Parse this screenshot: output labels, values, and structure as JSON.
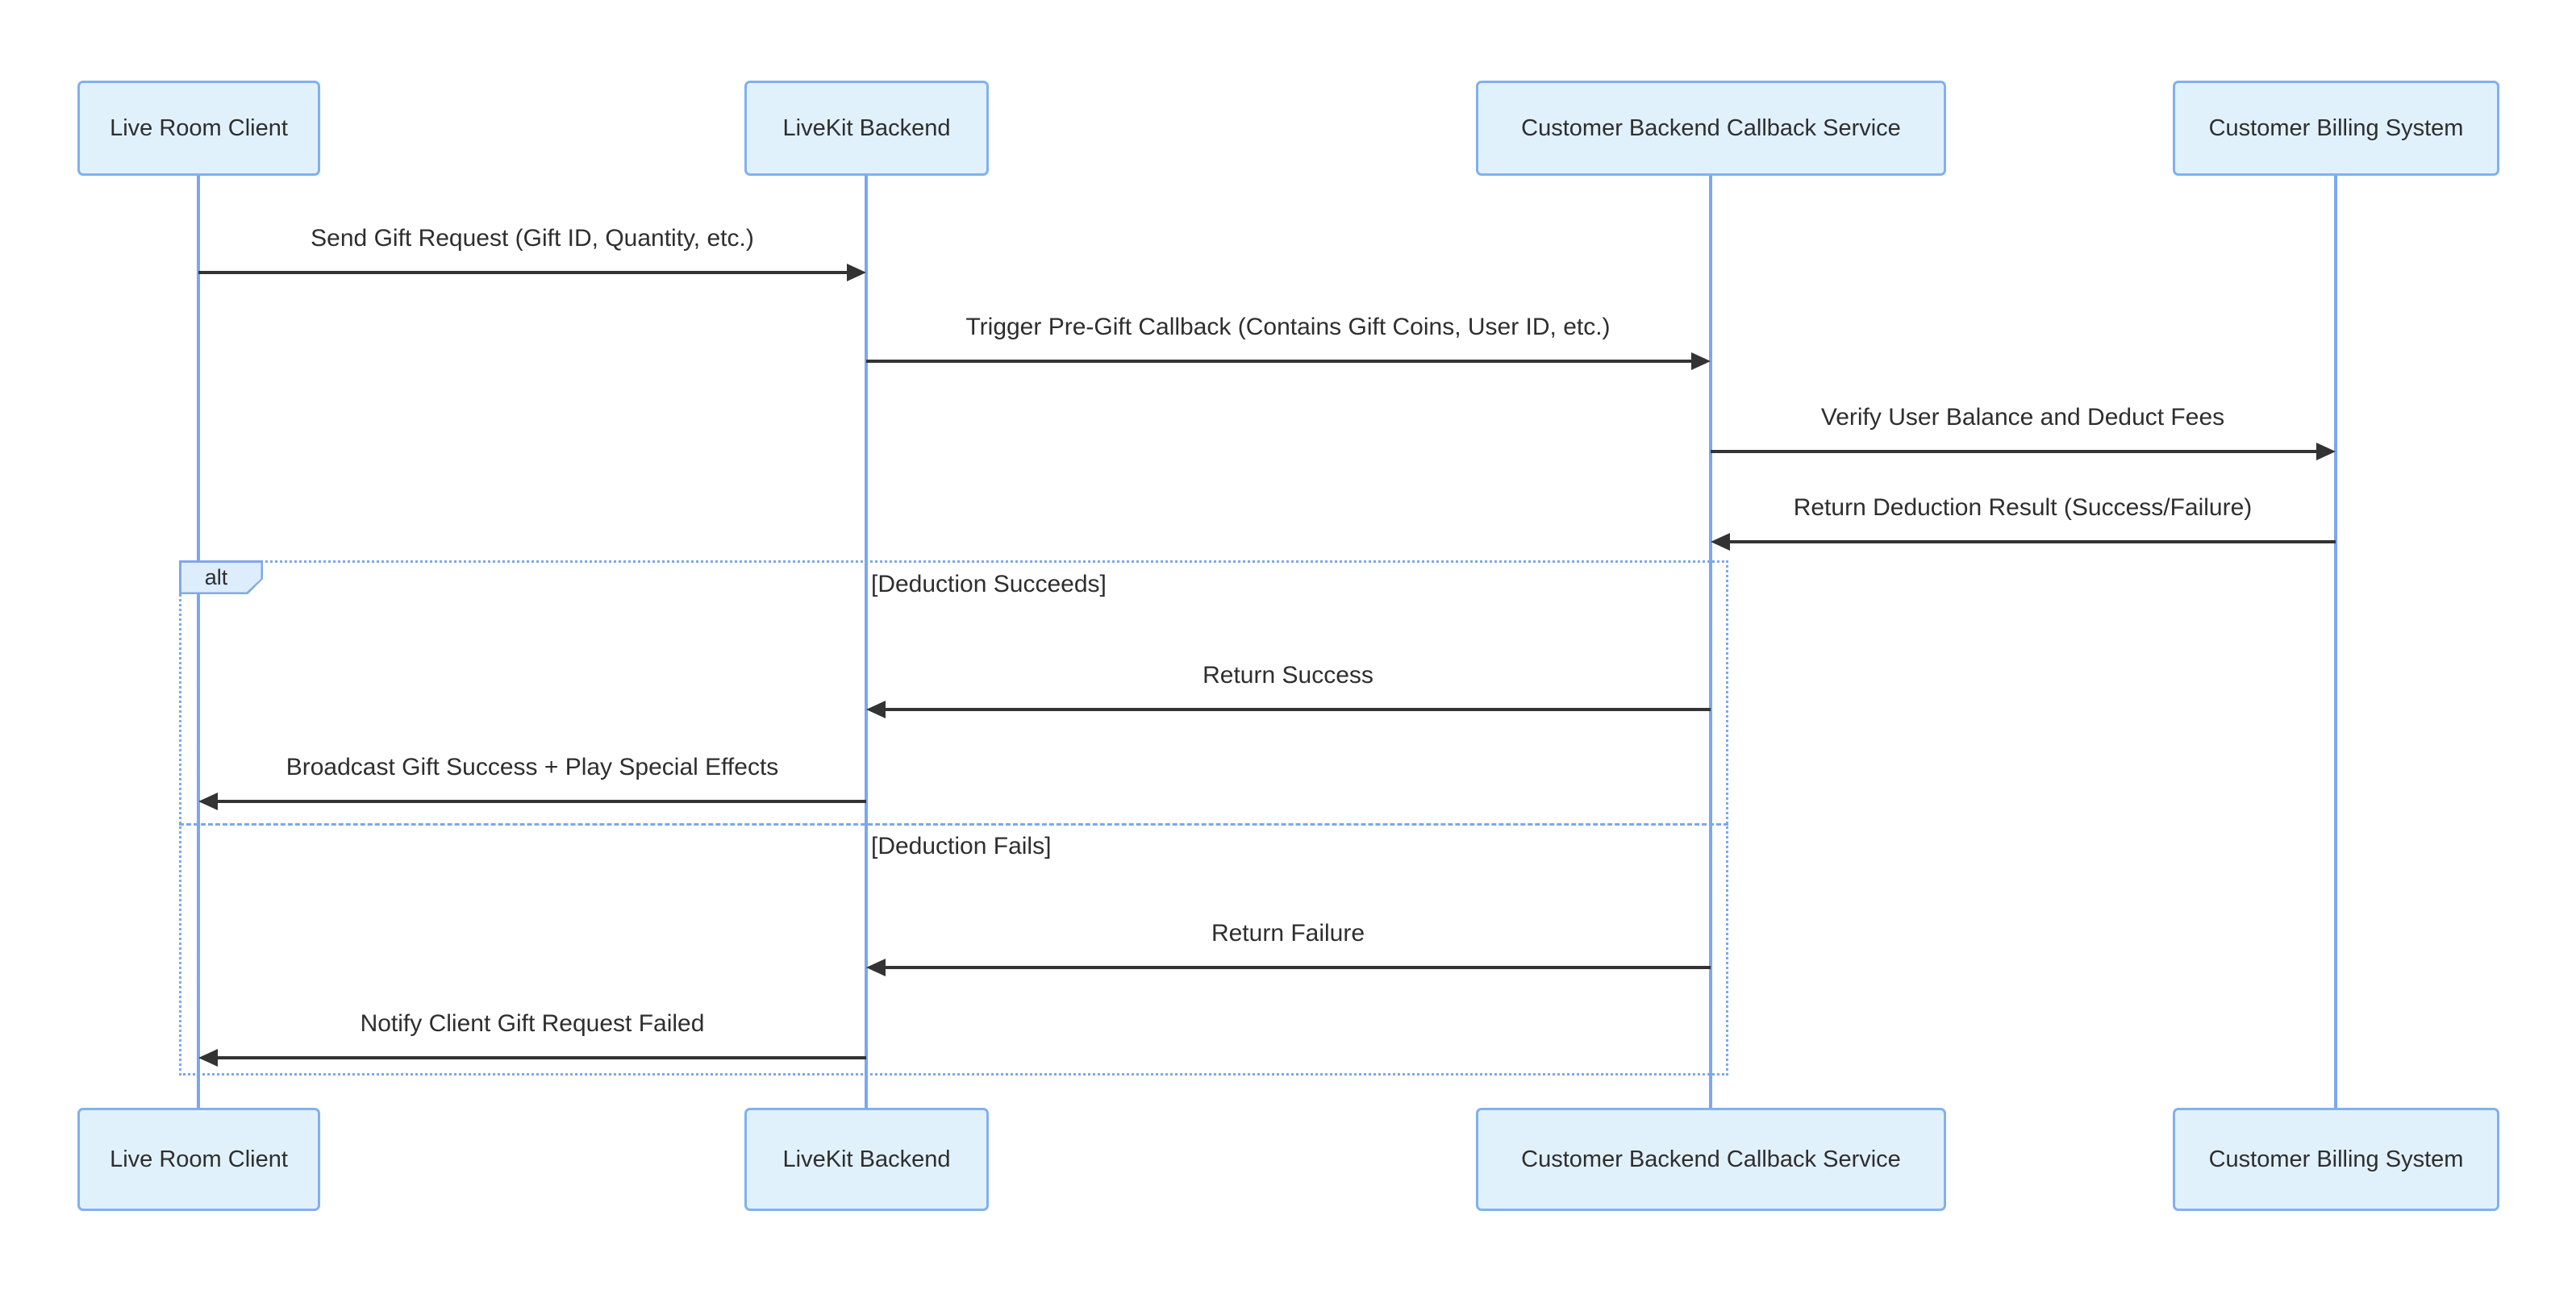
{
  "diagram": {
    "type": "sequence-diagram",
    "background": "#ffffff",
    "colors": {
      "actor_fill": "#e1f1fc",
      "actor_border": "#7fb1f0",
      "lifeline": "#7ca7f0",
      "frame_border": "#7ca7f0",
      "frame_label_fill": "#ddedfb",
      "arrow": "#333333",
      "text": "#2e2e2e"
    },
    "actors": [
      {
        "id": "live-room-client",
        "label": "Live Room Client"
      },
      {
        "id": "livekit-backend",
        "label": "LiveKit Backend"
      },
      {
        "id": "customer-backend-callback-service",
        "label": "Customer Backend Callback Service"
      },
      {
        "id": "customer-billing-system",
        "label": "Customer Billing System"
      }
    ],
    "messages": [
      {
        "from": "Live Room Client",
        "to": "LiveKit Backend",
        "direction": "right",
        "line": "solid",
        "label": "Send Gift Request (Gift ID, Quantity, etc.)"
      },
      {
        "from": "LiveKit Backend",
        "to": "Customer Backend Callback Service",
        "direction": "right",
        "line": "solid",
        "label": "Trigger Pre-Gift Callback (Contains Gift Coins, User ID, etc.)"
      },
      {
        "from": "Customer Backend Callback Service",
        "to": "Customer Billing System",
        "direction": "right",
        "line": "solid",
        "label": "Verify User Balance and Deduct Fees"
      },
      {
        "from": "Customer Billing System",
        "to": "Customer Backend Callback Service",
        "direction": "left",
        "line": "solid",
        "label": "Return Deduction Result (Success/Failure)"
      },
      {
        "from": "Customer Backend Callback Service",
        "to": "LiveKit Backend",
        "direction": "left",
        "line": "solid",
        "branch": "Deduction Succeeds",
        "label": "Return Success"
      },
      {
        "from": "LiveKit Backend",
        "to": "Live Room Client",
        "direction": "left",
        "line": "solid",
        "branch": "Deduction Succeeds",
        "label": "Broadcast Gift Success + Play Special Effects"
      },
      {
        "from": "Customer Backend Callback Service",
        "to": "LiveKit Backend",
        "direction": "left",
        "line": "solid",
        "branch": "Deduction Fails",
        "label": "Return Failure"
      },
      {
        "from": "LiveKit Backend",
        "to": "Live Room Client",
        "direction": "left",
        "line": "solid",
        "branch": "Deduction Fails",
        "label": "Notify Client Gift Request Failed"
      }
    ],
    "alt": {
      "operator": "alt",
      "branches": [
        {
          "guard": "[Deduction Succeeds]"
        },
        {
          "guard": "[Deduction Fails]"
        }
      ]
    }
  }
}
